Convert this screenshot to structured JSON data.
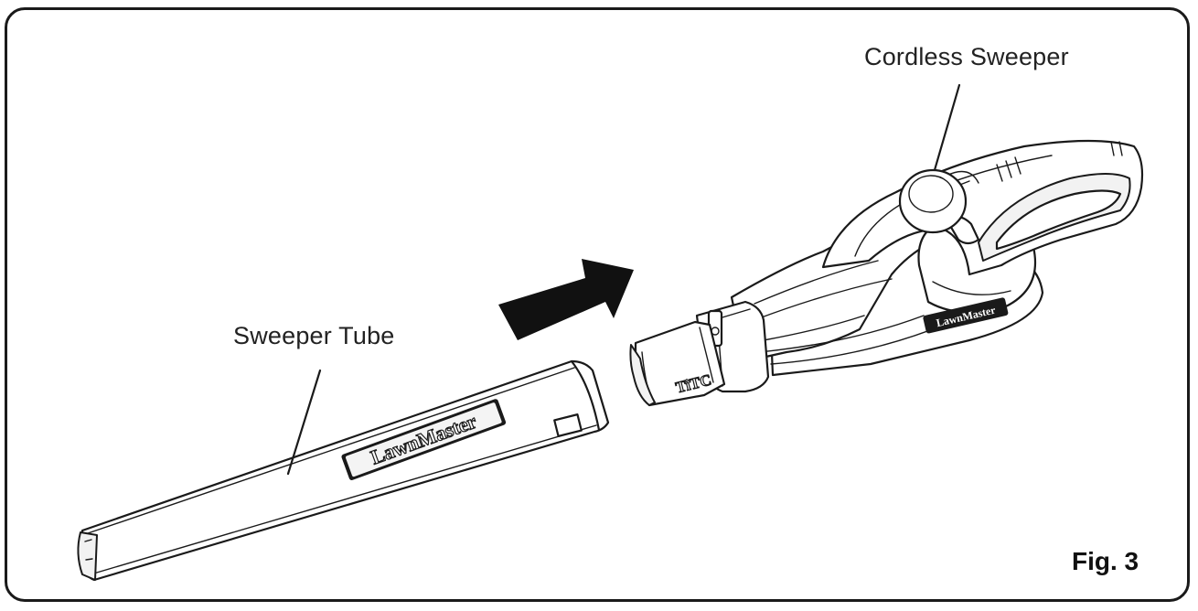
{
  "labels": {
    "cordless_sweeper": "Cordless Sweeper",
    "sweeper_tube": "Sweeper Tube",
    "figure": "Fig. 3"
  },
  "brand": {
    "tube_logo": "LawnMaster",
    "body_logo": "LawnMaster",
    "nozzle_logo": "TiTC"
  },
  "colors": {
    "line": "#1a1a1a",
    "arrow": "#111111",
    "background": "#ffffff"
  }
}
